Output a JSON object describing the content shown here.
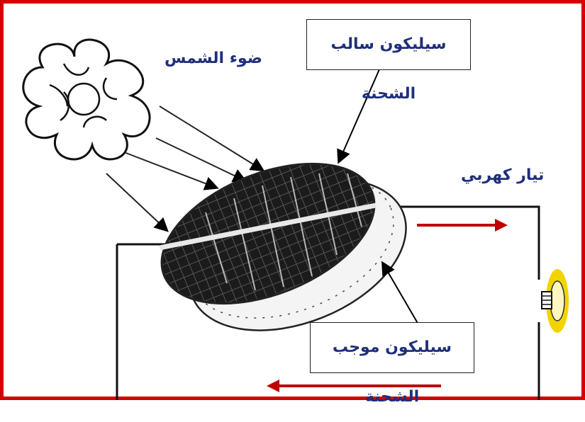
{
  "labels": {
    "sunlight": "ضوء الشمس",
    "negative_silicon": "سيليكون سالب الشحنة",
    "positive_silicon": "سيليكون موجب الشحنة",
    "electric_current": "تيار كهربي"
  },
  "colors": {
    "border": "#d40000",
    "label_text": "#1f2f7a",
    "arrow": "#c00000",
    "panel": "#1b1b1b",
    "bulb_glow": "#f2d400"
  }
}
